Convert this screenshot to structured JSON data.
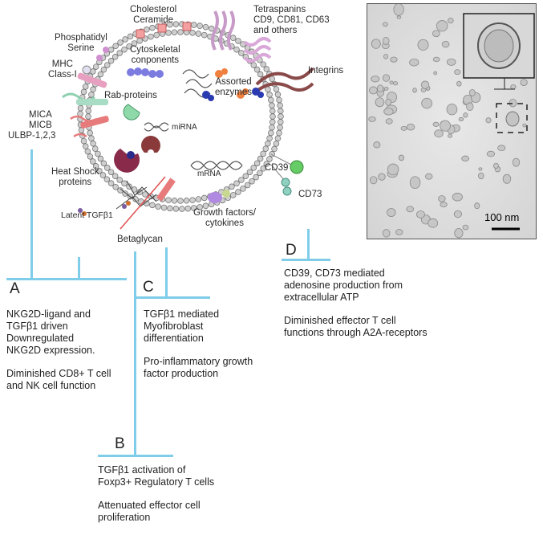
{
  "membrane_labels": {
    "cholesterol": "Cholesterol",
    "ceramide": "Ceramide",
    "tetraspanins": "Tetraspanins",
    "tetraspanin_members": "CD9, CD81, CD63",
    "and_others": "and others",
    "phosphatidyl": "Phosphatidyl",
    "serine": "Serine",
    "mhc": "MHC",
    "class_i": "Class-I",
    "integrins": "Integrins",
    "mica": "MICA",
    "micb": "MICB",
    "ulbp": "ULBP-1,2,3",
    "heat_shock": "Heat Shock",
    "proteins": "proteins",
    "latent_tgf": "Latent TGFβ1",
    "betaglycan": "Betaglycan",
    "growth_factors": "Growth factors/",
    "cytokines": "cytokines",
    "cd39": "CD39",
    "cd73": "CD73"
  },
  "internal_labels": {
    "cytoskeletal": "Cytoskeletal",
    "components": "conponents",
    "rab_proteins": "Rab-proteins",
    "assorted": "Assorted",
    "enzymes": "enzymes",
    "mirna": "miRNA",
    "mrna": "mRNA"
  },
  "scale_bar": "100 nm",
  "panels": {
    "A": {
      "letter": "A",
      "line1": "NKG2D-ligand and",
      "line2": "TGFβ1 driven",
      "line3": "Downregulated",
      "line4": "NKG2D expression.",
      "line5": "Diminished CD8+ T cell",
      "line6": "and NK cell function"
    },
    "B": {
      "letter": "B",
      "line1": "TGFβ1 activation of",
      "line2": "Foxp3+ Regulatory T cells",
      "line3": "Attenuated effector cell",
      "line4": "proliferation"
    },
    "C": {
      "letter": "C",
      "line1": "TGFβ1 mediated",
      "line2": "Myofibroblast",
      "line3": "differentiation",
      "line4": "Pro-inflammatory growth",
      "line5": "factor production"
    },
    "D": {
      "letter": "D",
      "line1": "CD39, CD73 mediated",
      "line2": "adenosine production from",
      "line3": "extracellular ATP",
      "line4": "Diminished effector T cell",
      "line5": "functions through A2A-receptors"
    }
  },
  "colors": {
    "connector": "#7fcde8",
    "membrane_bead": "#c9c9c9",
    "mhc_pink": "#e7a0c0",
    "mica_red": "#e77a7a",
    "integrin_brown": "#8a4a4a",
    "rab_blue": "#7c7ce0",
    "enzyme_orange": "#f08040",
    "cd39_green": "#66cc66",
    "tetraspanin_lilac": "#d9a8d9"
  }
}
